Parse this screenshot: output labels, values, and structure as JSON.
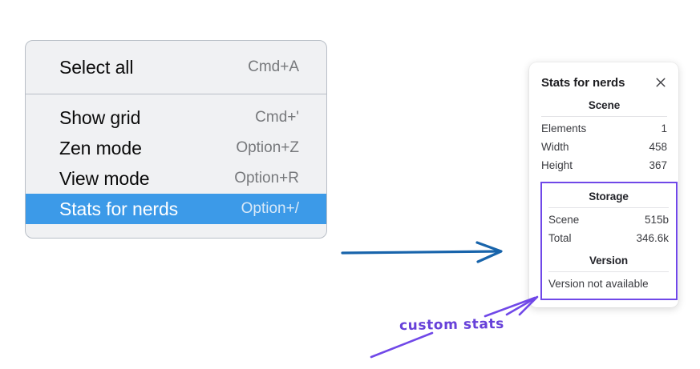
{
  "context_menu": {
    "groups": [
      {
        "items": [
          {
            "label": "Select all",
            "shortcut": "Cmd+A",
            "selected": false
          }
        ]
      },
      {
        "items": [
          {
            "label": "Show grid",
            "shortcut": "Cmd+'",
            "selected": false
          },
          {
            "label": "Zen mode",
            "shortcut": "Option+Z",
            "selected": false
          },
          {
            "label": "View mode",
            "shortcut": "Option+R",
            "selected": false
          },
          {
            "label": "Stats for nerds",
            "shortcut": "Option+/",
            "selected": true
          }
        ]
      }
    ],
    "highlight_color": "#3c9ae8"
  },
  "stats_panel": {
    "title": "Stats for nerds",
    "close_icon": "close-icon",
    "sections": [
      {
        "title": "Scene",
        "boxed": false,
        "rows": [
          {
            "key": "Elements",
            "value": "1"
          },
          {
            "key": "Width",
            "value": "458"
          },
          {
            "key": "Height",
            "value": "367"
          }
        ]
      },
      {
        "title": "Storage",
        "boxed": true,
        "rows": [
          {
            "key": "Scene",
            "value": "515b"
          },
          {
            "key": "Total",
            "value": "346.6k"
          }
        ]
      },
      {
        "title": "Version",
        "boxed": true,
        "text": "Version not available"
      }
    ],
    "highlight_box_color": "#7048e8"
  },
  "annotations": {
    "label": "custom stats",
    "label_color": "#6741d9",
    "blue_arrow_color": "#1864ab",
    "purple_arrow_color": "#7048e8"
  }
}
